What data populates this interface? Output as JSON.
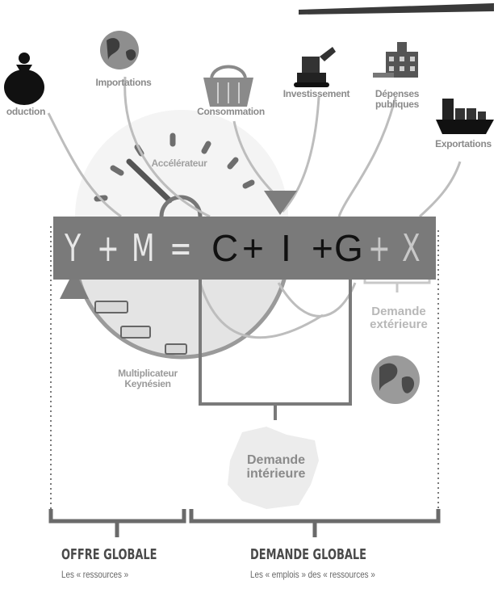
{
  "icons": {
    "production": {
      "label": "oduction"
    },
    "importations": {
      "label": "Importations"
    },
    "consommation": {
      "label": "Consommation"
    },
    "investissement": {
      "label": "Investissement"
    },
    "depenses": {
      "label_line1": "Dépenses",
      "label_line2": "publiques"
    },
    "exportations": {
      "label": "Exportations"
    }
  },
  "dial": {
    "label": "Accélérateur"
  },
  "equation": {
    "y": "Y",
    "plus1": "+",
    "m": "M",
    "eq": "=",
    "c": "C",
    "plus2": "+",
    "i": "I",
    "plus3": "+",
    "g": "G",
    "plus4": "+",
    "x": "X"
  },
  "multiplier": {
    "line1": "Multiplicateur",
    "line2": "Keynésien"
  },
  "demande_exterieure": {
    "line1": "Demande",
    "line2": "extérieure"
  },
  "demande_interieure": {
    "line1": "Demande",
    "line2": "intérieure"
  },
  "offre_globale": {
    "title": "OFFRE GLOBALE",
    "subtitle": "Les « ressources »"
  },
  "demande_globale": {
    "title": "DEMANDE GLOBALE",
    "subtitle": "Les « emplois » des « ressources »"
  }
}
